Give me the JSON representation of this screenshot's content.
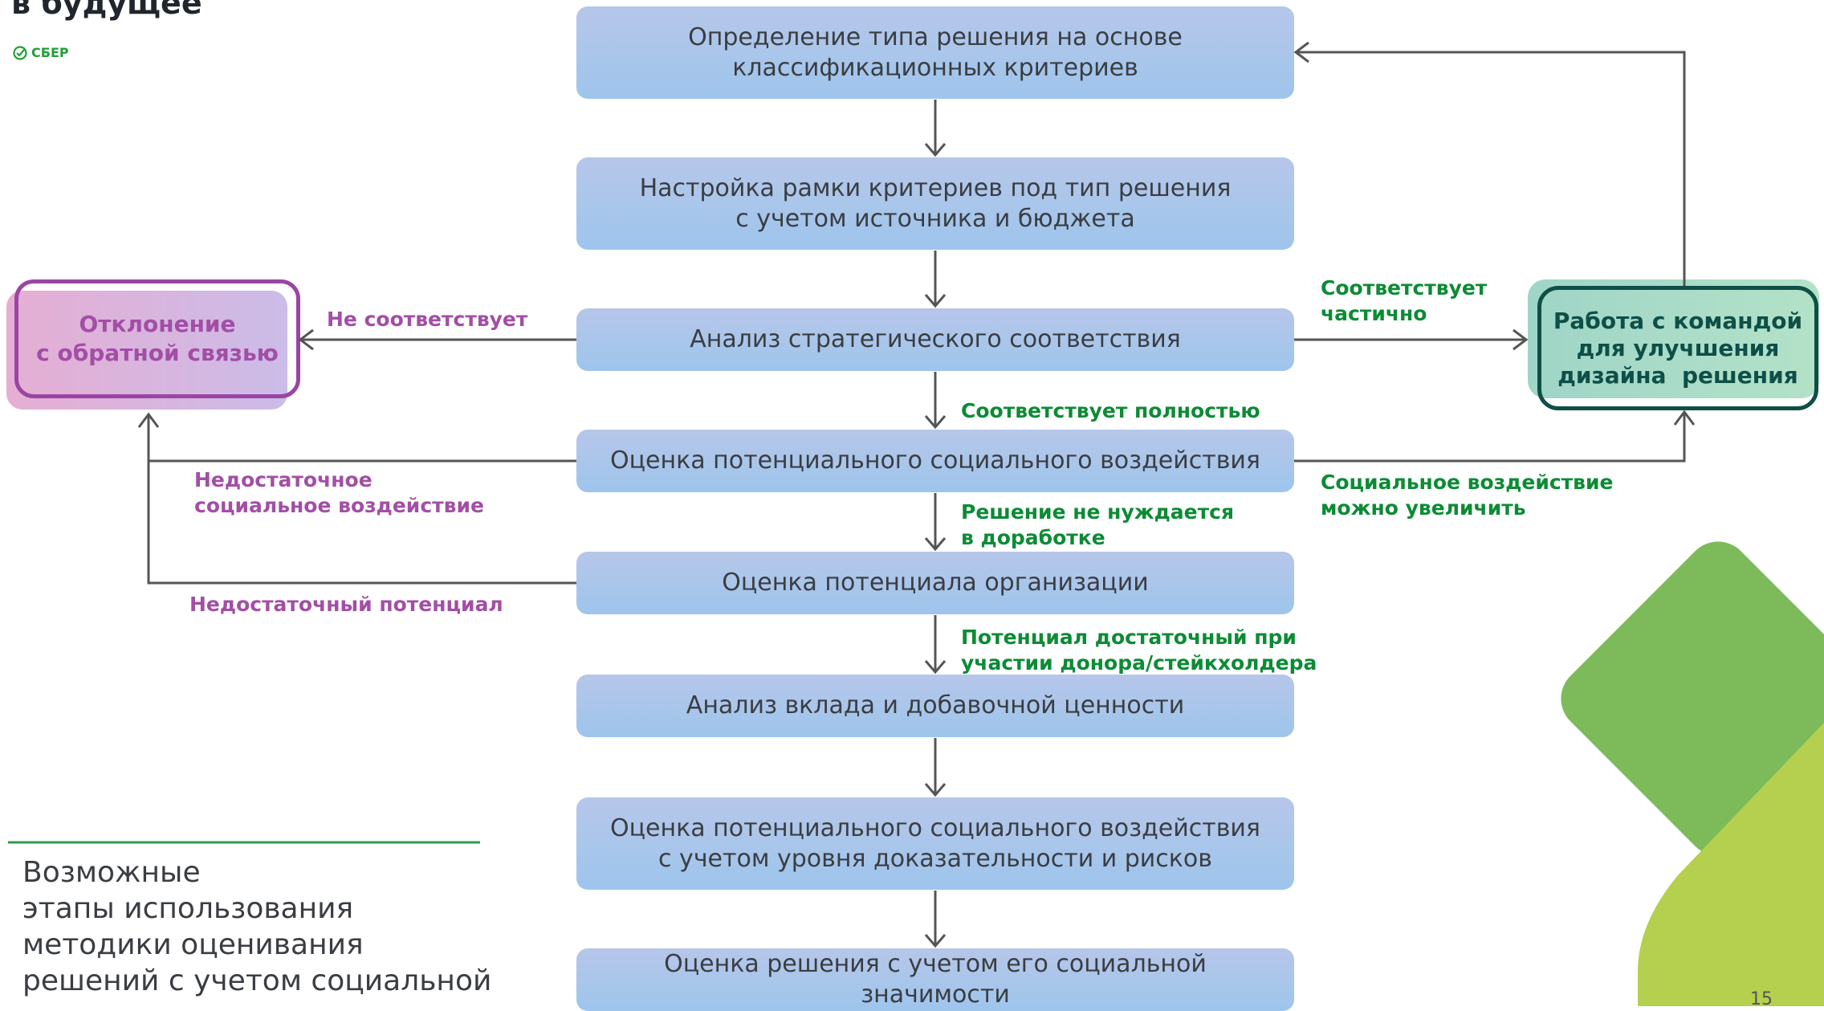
{
  "header": {
    "title": "в будущее",
    "brand": "СБЕР"
  },
  "flow": {
    "steps": [
      "Определение типа решения на основе\nклассификационных критериев",
      "Настройка рамки критериев под тип решения\nс учетом источника и бюджета",
      "Анализ стратегического соответствия",
      "Оценка потенциального социального воздействия",
      "Оценка потенциала организации",
      "Анализ вклада и добавочной ценности",
      "Оценка потенциального социального воздействия\nс учетом уровня доказательности и рисков",
      "Оценка решения с учетом его социальной значимости"
    ],
    "reject_box": "Отклонение\nс обратной связью",
    "improve_box": "Работа с командой\nдля улучшения\nдизайна  решения",
    "labels": {
      "not_match": "Не соответствует",
      "partial_match": "Соответствует\nчастично",
      "full_match": "Соответствует полностью",
      "insufficient_impact": "Недостаточное\nсоциальное воздействие",
      "impact_can_increase": "Социальное воздействие\nможно увеличить",
      "no_rework": "Решение не нуждается\nв доработке",
      "insufficient_potential": "Недостаточный потенциал",
      "potential_with_donor": "Потенциал достаточный при\nучастии донора/стейкхолдера"
    }
  },
  "caption": "Возможные\nэтапы использования\nметодики оценивания\nрешений с учетом социальной",
  "page_number": "15",
  "colors": {
    "box_gradient_top": "#b6c6e9",
    "box_gradient_bottom": "#9ec5ec",
    "green_label": "#0c8b35",
    "purple_label": "#a24ea6",
    "reject_border": "#9a45a4",
    "improve_border": "#0e4f47",
    "arrow": "#555555",
    "leaf_green": "#7cba5a",
    "leaf_lime": "#b5d04e"
  }
}
